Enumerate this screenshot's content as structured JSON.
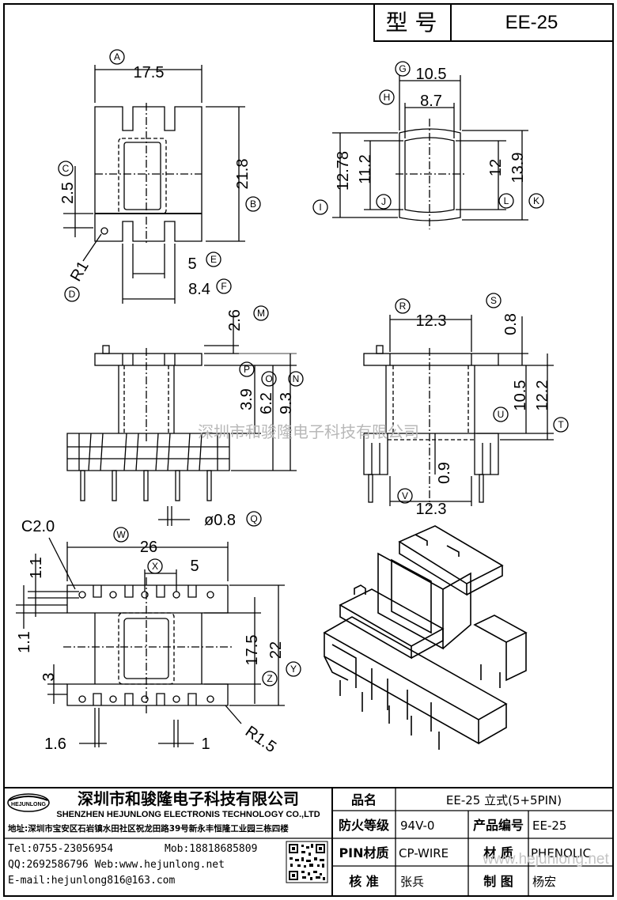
{
  "header": {
    "model_label": "型  号",
    "model_value": "EE-25"
  },
  "markers": {
    "A": "A",
    "B": "B",
    "C": "C",
    "D": "D",
    "E": "E",
    "F": "F",
    "G": "G",
    "H": "H",
    "I": "I",
    "J": "J",
    "K": "K",
    "L": "L",
    "M": "M",
    "N": "N",
    "O": "O",
    "P": "P",
    "Q": "Q",
    "R": "R",
    "S": "S",
    "T": "T",
    "U": "U",
    "V": "V",
    "W": "W",
    "X": "X",
    "Y": "Y",
    "Z": "Z"
  },
  "dims": {
    "a": "17.5",
    "b": "21.8",
    "c": "2.5",
    "d": "R1",
    "e": "5",
    "f": "8.4",
    "g": "10.5",
    "h": "8.7",
    "i": "12.78",
    "j": "11.2",
    "l": "12",
    "k": "13.9",
    "m": "2.6",
    "p": "3.9",
    "o": "6.2",
    "n": "9.3",
    "q": "ø0.8",
    "r": "12.3",
    "s": "0.8",
    "u": "10.5",
    "t": "12.2",
    "v_inner": "0.9",
    "v": "12.3",
    "c2": "C2.0",
    "w": "26",
    "x": "5",
    "top11": "1.1",
    "left11": "1.1",
    "three": "3",
    "z": "17.5",
    "y": "22",
    "b16": "1.6",
    "b1": "1",
    "r15": "R1.5"
  },
  "watermarks": {
    "center": "深圳市和骏隆电子科技有限公司",
    "bottom": "www.hejunlong.net"
  },
  "company": {
    "logo_text": "HEJUNLONG",
    "name_cn": "深圳市和骏隆电子科技有限公司",
    "name_en": "SHENZHEN HEJUNLONG ELECTRONIS TECHNOLOGY CO.,LTD",
    "address": "地址:深圳市宝安区石岩镇水田社区祝龙田路39号新永丰恒隆工业园三栋四楼",
    "tel": "Tel:0755-23056954",
    "mob": "Mob:18818685809",
    "qq": "QQ:2692586796 Web:www.hejunlong.net",
    "email": "E-mail:hejunlong816@163.com"
  },
  "spec": {
    "name_label": "品名",
    "name_value": "EE-25 立式(5+5PIN)",
    "fire_label": "防火等级",
    "fire_value": "94V-0",
    "code_label": "产品编号",
    "code_value": "EE-25",
    "pin_label": "PIN材质",
    "pin_value": "CP-WIRE",
    "mat_label": "材  质",
    "mat_value": "PHENOLIC",
    "check_label": "核  准",
    "check_value": "张兵",
    "draw_label": "制  图",
    "draw_value": "杨宏"
  }
}
